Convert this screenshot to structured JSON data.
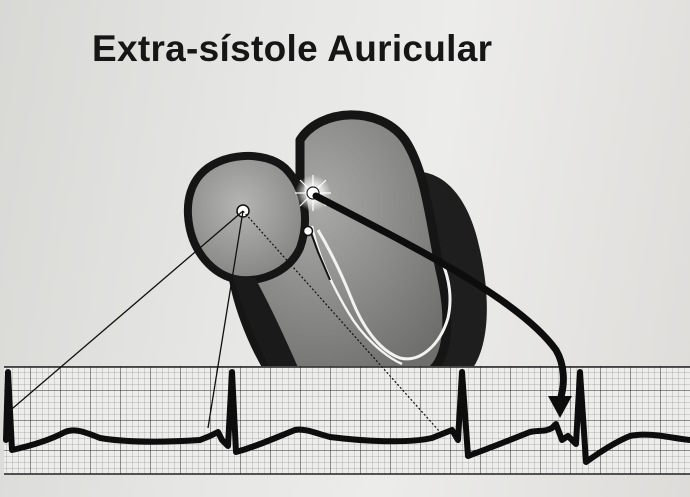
{
  "title": "Extra-sístole Auricular",
  "colors": {
    "background": "#e2e2e0",
    "ink": "#161616",
    "heart_shading": "#8c8c8a",
    "grid_paper": "#ededeb"
  },
  "diagram": {
    "elements": [
      "heart-cross-section",
      "sinoatrial-node",
      "ectopic-atrial-focus",
      "av-node",
      "ecg-strip",
      "arrow"
    ]
  }
}
